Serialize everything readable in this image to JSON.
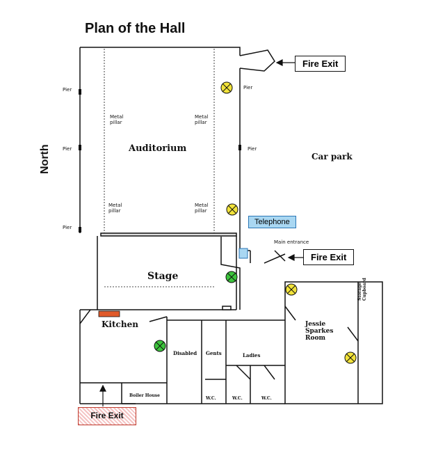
{
  "title": "Plan of the Hall",
  "north_label": "North",
  "rooms": {
    "auditorium": "Auditorium",
    "stage": "Stage",
    "kitchen": "Kitchen",
    "car_park": "Car park",
    "disabled": "Disabled",
    "gents": "Gents",
    "ladies": "Ladies",
    "jessie_l1": "Jessie",
    "jessie_l2": "Sparkes",
    "jessie_l3": "Room",
    "boiler": "Boiler House",
    "wc1": "W.C.",
    "wc2": "W.C.",
    "wc3": "W.C.",
    "storage_l1": "Storage",
    "storage_l2": "Cupboard"
  },
  "labels": {
    "pier": "Pier",
    "metal": "Metal",
    "pillar": "pillar",
    "main_entrance": "Main entrance",
    "telephone": "Telephone"
  },
  "fire_exits": {
    "top_right": "Fire Exit",
    "middle_right": "Fire Exit",
    "bottom_left": "Fire Exit"
  },
  "colors": {
    "wall": "#111111",
    "light_yellow": "#f2e33a",
    "extinguisher_green": "#3cc43c",
    "kitchen_bar": "#e05a2a",
    "telephone_fill": "#a9d7f2",
    "fire_exit_hatch": "#f4c2c2"
  }
}
